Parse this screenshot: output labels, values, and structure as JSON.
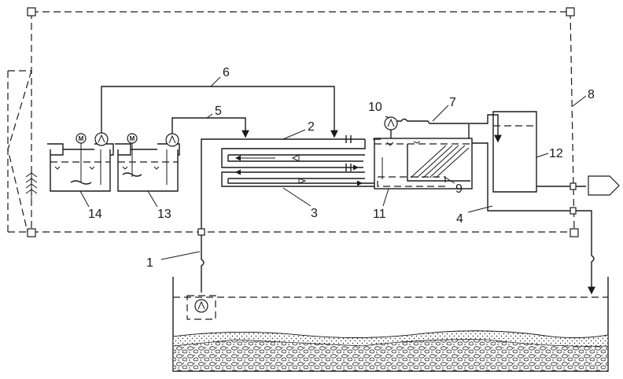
{
  "labels": {
    "n1": "1",
    "n2": "2",
    "n3": "3",
    "n4": "4",
    "n5": "5",
    "n6": "6",
    "n7": "7",
    "n8": "8",
    "n9": "9",
    "n10": "10",
    "n11": "11",
    "n12": "12",
    "n13": "13",
    "n14": "14"
  },
  "motor_text": "M",
  "icons": {
    "pump": "pump-icon",
    "motor": "motor-icon",
    "valve": "valve-icon",
    "outlet": "outlet-nozzle-icon"
  }
}
